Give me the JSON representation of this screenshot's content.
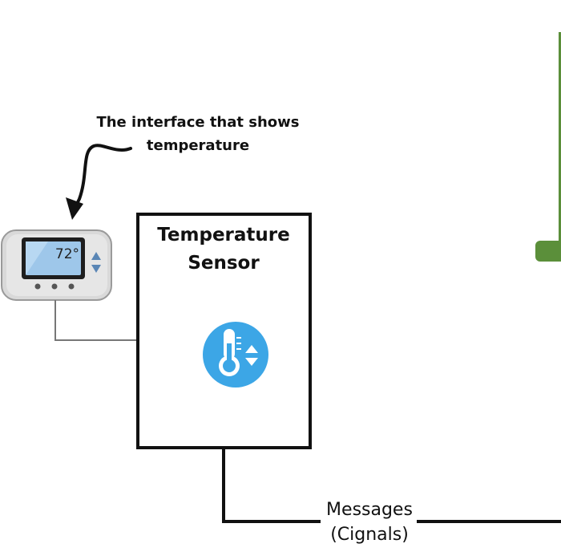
{
  "annotation": {
    "line1": "The interface that shows",
    "line2": "temperature"
  },
  "thermostat": {
    "display": "72°",
    "icon": "thermostat-icon"
  },
  "sensor_box": {
    "title_line1": "Temperature",
    "title_line2": "Sensor",
    "icon": "thermometer-up-down-icon"
  },
  "edge": {
    "label_line1": "Messages",
    "label_line2": "(Cignals)"
  },
  "colors": {
    "icon_blue": "#3ca6e6",
    "green_partial": "#5b8f3a",
    "line": "#111111",
    "thin_line": "#777777"
  }
}
